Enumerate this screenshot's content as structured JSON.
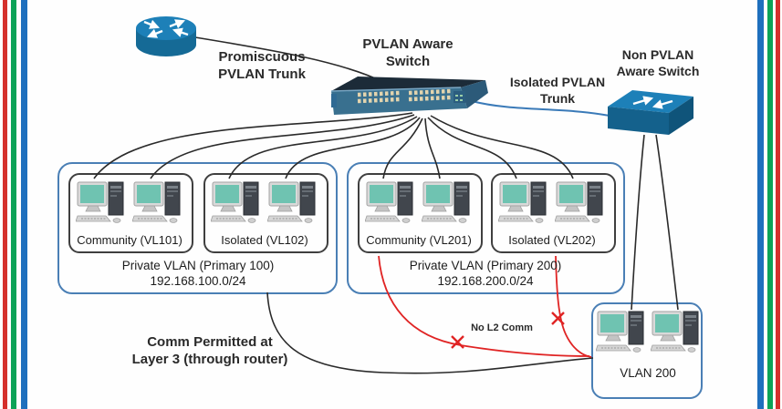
{
  "diagram": {
    "switch_label_line1": "PVLAN Aware",
    "switch_label_line2": "Switch",
    "promiscuous_trunk_line1": "Promiscuous",
    "promiscuous_trunk_line2": "PVLAN Trunk",
    "isolated_trunk_line1": "Isolated PVLAN",
    "isolated_trunk_line2": "Trunk",
    "non_pvlan_switch_line1": "Non PVLAN",
    "non_pvlan_switch_line2": "Aware Switch",
    "primary100": {
      "community_label": "Community (VL101)",
      "isolated_label": "Isolated (VL102)",
      "title": "Private VLAN (Primary 100)",
      "subnet": "192.168.100.0/24"
    },
    "primary200": {
      "community_label": "Community (VL201)",
      "isolated_label": "Isolated (VL202)",
      "title": "Private VLAN (Primary 200)",
      "subnet": "192.168.200.0/24"
    },
    "vlan200_label": "VLAN 200",
    "annotations": {
      "no_l2_comm": "No L2 Comm",
      "l3_permitted_line1": "Comm Permitted at",
      "l3_permitted_line2": "Layer 3 (through router)"
    }
  },
  "colors": {
    "stripe-red": "#d5302c",
    "stripe-green": "#0ca357",
    "stripe-blue": "#1e6fbd",
    "box-blue": "#4a7fb5",
    "inner-border": "#3f3f3f",
    "line": "#2a2a2a",
    "red": "#e02424",
    "trunk": "#3a7ab8",
    "device-blue": "#1d7ab0",
    "text": "#1f1f1f"
  }
}
